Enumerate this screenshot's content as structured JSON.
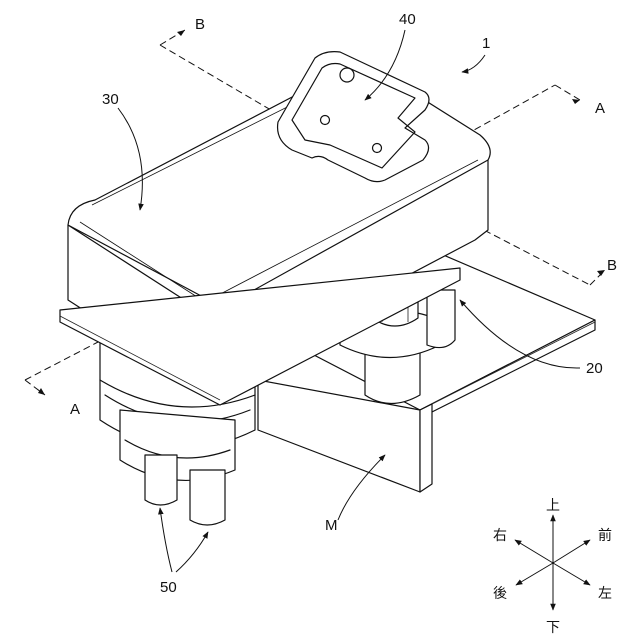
{
  "figure": {
    "labels": {
      "assembly": "1",
      "cover": "30",
      "connector_top": "40",
      "bolt": "20",
      "mount_plate": "M",
      "terminals": "50",
      "section_a_left": "A",
      "section_a_right": "A",
      "section_b_top": "B",
      "section_b_right": "B"
    },
    "compass": {
      "up": "上",
      "down": "下",
      "right_side": "右",
      "left_side": "左",
      "front": "前",
      "back": "後"
    }
  }
}
